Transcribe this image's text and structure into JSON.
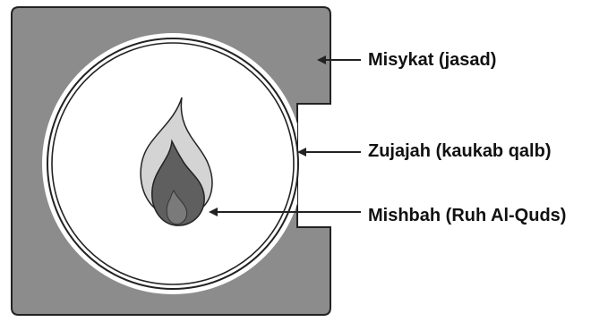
{
  "labels": {
    "misykat": "Misykat (jasad)",
    "zujajah": "Zujajah (kaukab qalb)",
    "mishbah": "Mishbah (Ruh Al-Quds)"
  },
  "colors": {
    "niche_fill": "#8c8c8c",
    "outline": "#222222",
    "glass_fill": "#ffffff",
    "flame_outer": "#d4d4d4",
    "flame_middle": "#5f5f5f",
    "flame_inner": "#7a7a7a"
  }
}
